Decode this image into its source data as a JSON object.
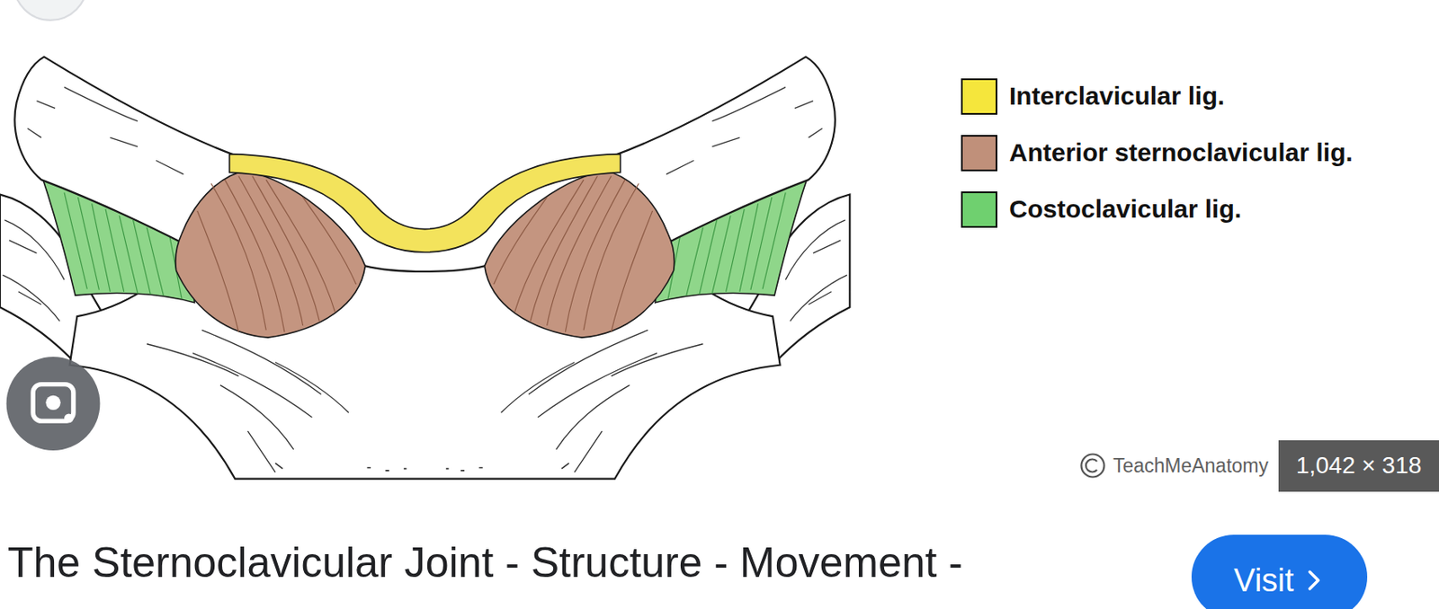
{
  "diagram": {
    "caption": "The Sternoclavicular Joint - Structure - Movement -",
    "nodes": [
      {
        "text": [
          "1,042 × 318"
        ]
      },
      {
        "text": [
          "Visit"
        ]
      }
    ],
    "labels": [
      "TeachMeAnatomy"
    ],
    "legend": [
      {
        "text": "Interclavicular lig.",
        "color": "#f5e63c"
      },
      {
        "text": "Anterior sternoclavicular lig.",
        "color": "#c0907a"
      },
      {
        "text": "Costoclavicular lig.",
        "color": "#6fd06f"
      }
    ]
  }
}
